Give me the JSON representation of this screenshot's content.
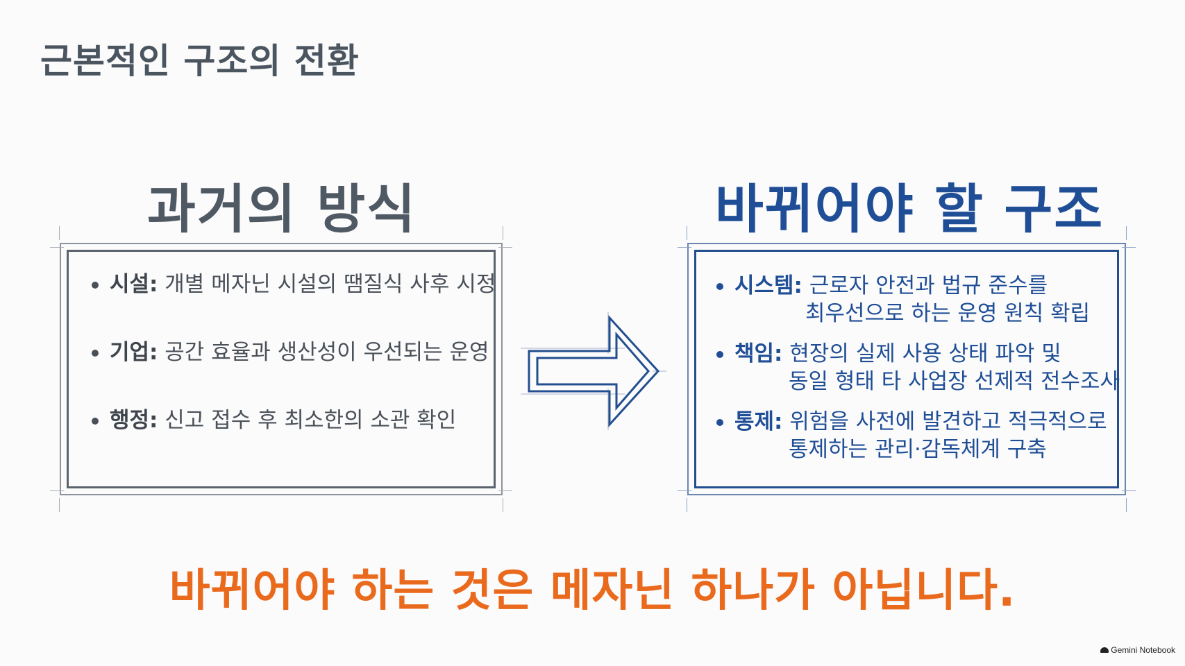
{
  "slide": {
    "title": "근본적인 구조의 전환",
    "left": {
      "heading": "과거의 방식",
      "items": [
        {
          "label": "시설:",
          "text": " 개별 메자닌 시설의 땜질식 사후 시정"
        },
        {
          "label": "기업:",
          "text": " 공간 효율과 생산성이 우선되는 운영"
        },
        {
          "label": "행정:",
          "text": " 신고 접수 후 최소한의 소관 확인"
        }
      ]
    },
    "right": {
      "heading": "바뀌어야 할 구조",
      "items": [
        {
          "label": "시스템:",
          "text": " 근로자 안전과 법규 준수를",
          "text2": "최우선으로 하는 운영 원칙 확립"
        },
        {
          "label": "책임:",
          "text": " 현장의 실제 사용 상태 파악 및",
          "text2": "동일 형태 타 사업장 선제적 전수조사"
        },
        {
          "label": "통제:",
          "text": " 위험을 사전에 발견하고 적극적으로",
          "text2": "통제하는 관리·감독체계 구축"
        }
      ]
    },
    "conclusion": "바뀌어야 하는 것은 메자닌 하나가 아닙니다."
  },
  "branding": {
    "text": "Gemini Notebook",
    "icon": "notebook-logo-icon"
  },
  "colors": {
    "title_gray": "#4b5560",
    "accent_blue": "#1f4e96",
    "accent_orange": "#ea6a1d"
  }
}
